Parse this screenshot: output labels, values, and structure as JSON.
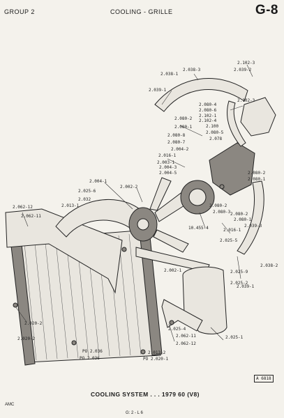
{
  "header": {
    "group": "GROUP 2",
    "title": "COOLING - GRILLE",
    "page_code": "G-8"
  },
  "callouts": [
    "2.102-3",
    "2.039-2",
    "2.038-3",
    "2.038-1",
    "2.039-1",
    "2.102-3",
    "2.080-4",
    "2.080-6",
    "2.102-1",
    "2.102-4",
    "2.100",
    "2.080-5",
    "2.078",
    "2.080-2",
    "2.080-1",
    "2.080-8",
    "2.080-7",
    "2.004-2",
    "2.016-1",
    "2.003-1",
    "2.004-3",
    "2.004-5",
    "2.004-1",
    "2.002-2",
    "2.025-6",
    "2.032",
    "2.013-1",
    "2.062-12",
    "2.062-11",
    "2.080-2",
    "2.080-1",
    "2.080-2",
    "2.080-3",
    "2.080-2",
    "2.080-1",
    "2.039-3",
    "10.455-4",
    "2.016-1",
    "2.025-5",
    "2.002-1",
    "2.025-9",
    "2.025-2",
    "2.038-2",
    "2.039-1",
    "2.020-2",
    "2.020-2",
    "2.025-4",
    "2.062-11",
    "2.062-12",
    "2.025-1",
    "2.013-2",
    "PO 2.036",
    "PO 2.036",
    "PO 2.020-1"
  ],
  "ref_code": "A 6818",
  "caption": "COOLING SYSTEM . . . 1979 60 (V8)",
  "footer": {
    "left": "AMC",
    "center": "G: 2 - L 6"
  }
}
